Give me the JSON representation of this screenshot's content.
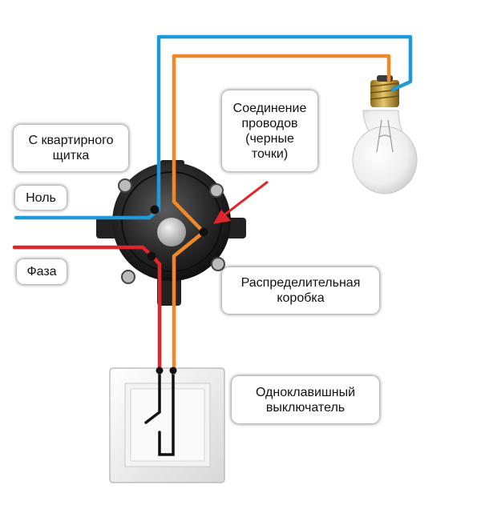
{
  "labels": {
    "panel": {
      "lines": [
        "С квартирного",
        "щитка"
      ]
    },
    "neutral": {
      "lines": [
        "Ноль"
      ]
    },
    "phase": {
      "lines": [
        "Фаза"
      ]
    },
    "joint": {
      "lines": [
        "Соединение",
        "проводов",
        "(черные",
        "точки)"
      ]
    },
    "box": {
      "lines": [
        "Распределительная",
        "коробка"
      ]
    },
    "switch": {
      "lines": [
        "Одноклавишный",
        "выключатель"
      ]
    }
  },
  "colors": {
    "neutral_wire": "#1e9ad8",
    "phase_wire": "#e0262b",
    "switched_wire": "#f0882a",
    "arrow": "#e0262b",
    "junction_box": "#2a2a2a",
    "switch_plate": "#ececec",
    "joint_dot": "#111111"
  },
  "icons": {
    "box": "junction-box-icon",
    "bulb": "light-bulb-icon",
    "switch": "wall-switch-icon"
  }
}
